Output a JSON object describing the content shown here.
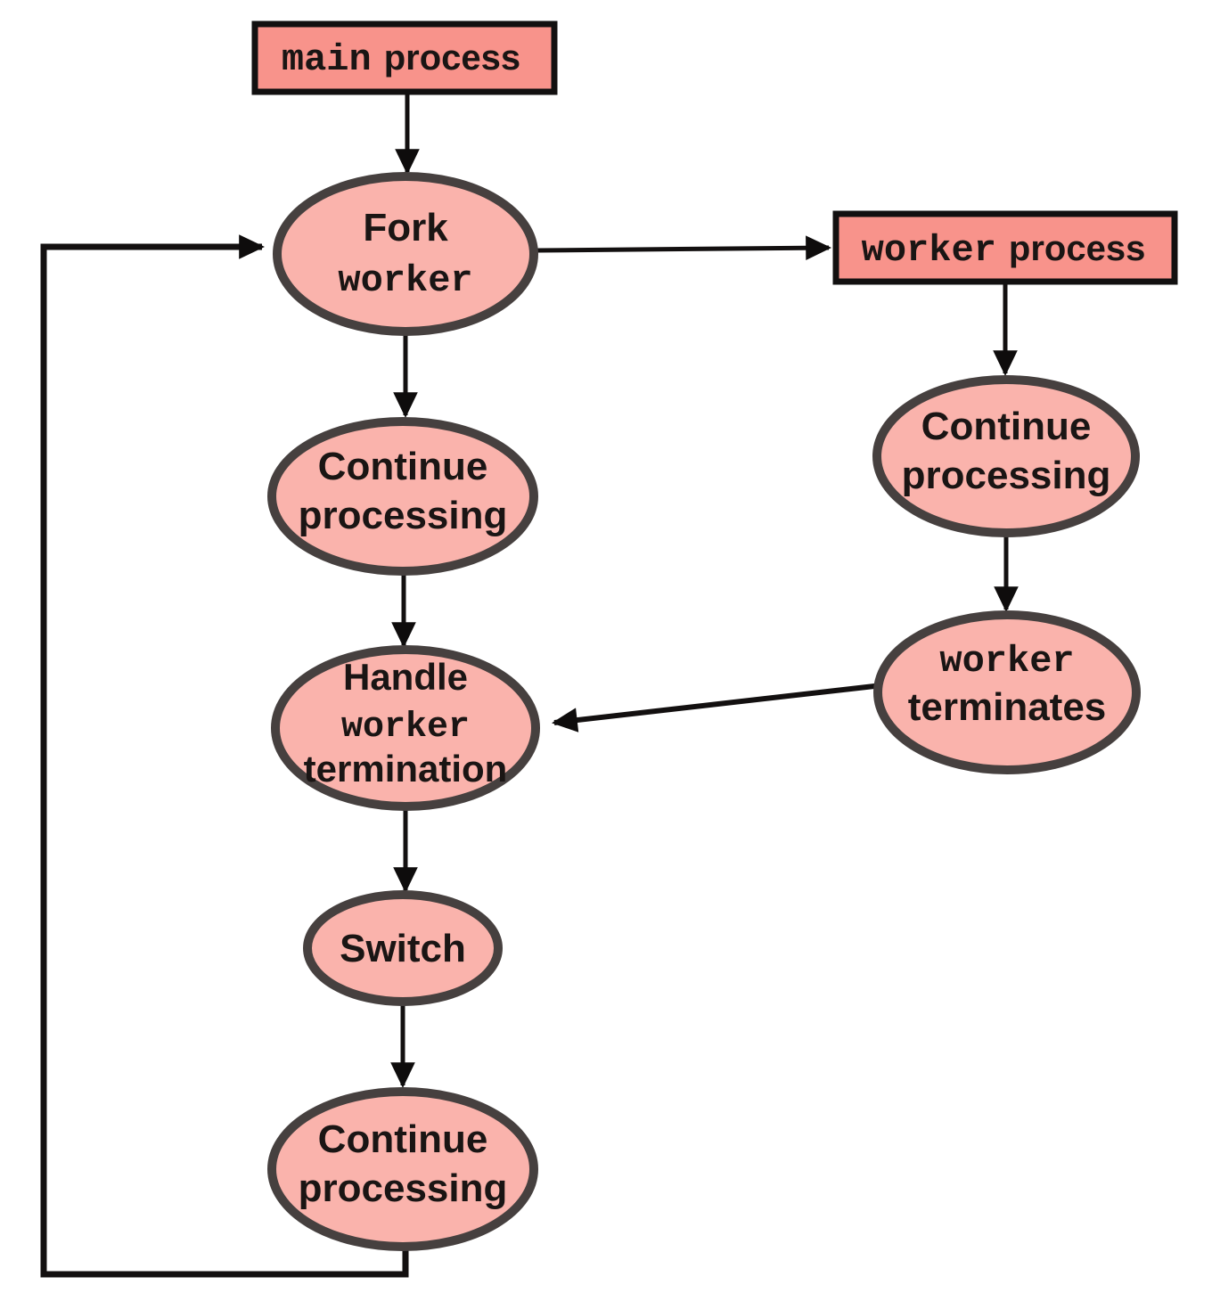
{
  "colors": {
    "box_fill": "#f8938b",
    "ellipse_fill": "#fab3ac",
    "arrow": "#0e0c0c",
    "handle_text": "#3a2e2a"
  },
  "nodes": {
    "main_process": {
      "word_mono": "main",
      "word_sans": "process"
    },
    "fork_worker": {
      "line1": "Fork",
      "line2": "worker"
    },
    "worker_process": {
      "word_mono": "worker",
      "word_sans": "process"
    },
    "continue_processing_left": {
      "line1": "Continue",
      "line2": "processing"
    },
    "continue_processing_right": {
      "line1": "Continue",
      "line2": "processing"
    },
    "handle_worker_termination": {
      "line1": "Handle",
      "line2": "worker",
      "line3": "termination"
    },
    "worker_terminates": {
      "line1": "worker",
      "line2": "terminates"
    },
    "switch": {
      "label": "Switch"
    },
    "continue_processing_bottom": {
      "line1": "Continue",
      "line2": "processing"
    }
  }
}
